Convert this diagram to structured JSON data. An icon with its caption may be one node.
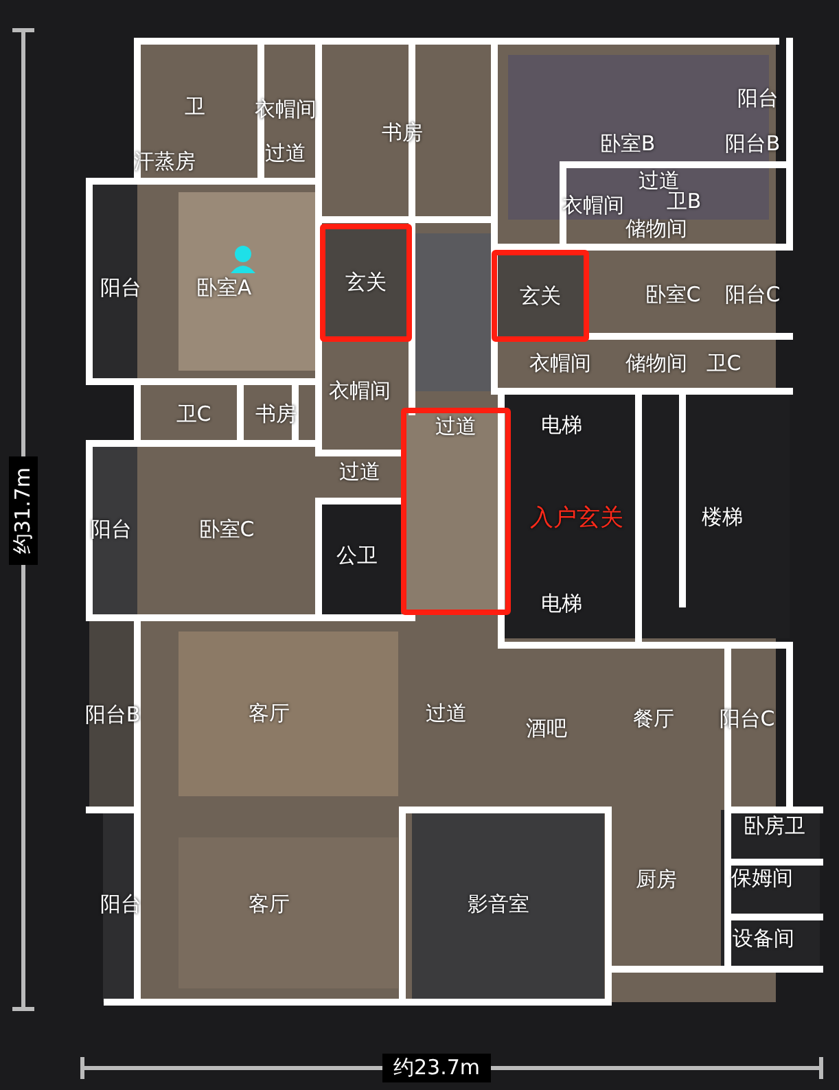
{
  "diagram": {
    "nodes": [
      {
        "text": [
          "玄关"
        ]
      },
      {
        "text": [
          "玄关"
        ]
      },
      {
        "text": [
          "过道"
        ]
      }
    ],
    "labels": [
      "卫",
      "衣帽间",
      "书房",
      "阳台",
      "汗蒸房",
      "过道",
      "卧室B",
      "阳台B",
      "过道",
      "衣帽间",
      "卫B",
      "储物间",
      "阳台",
      "卧室A",
      "卧室C",
      "阳台C",
      "衣帽间",
      "储物间",
      "卫C",
      "衣帽间",
      "卫C",
      "书房",
      "电梯",
      "过道",
      "入户玄关",
      "楼梯",
      "阳台",
      "卧室C",
      "公卫",
      "电梯",
      "阳台B",
      "客厅",
      "过道",
      "酒吧",
      "餐厅",
      "阳台C",
      "卧房卫",
      "阳台",
      "客厅",
      "影音室",
      "厨房",
      "保姆间",
      "设备间",
      "约31.7m",
      "约23.7m"
    ]
  }
}
